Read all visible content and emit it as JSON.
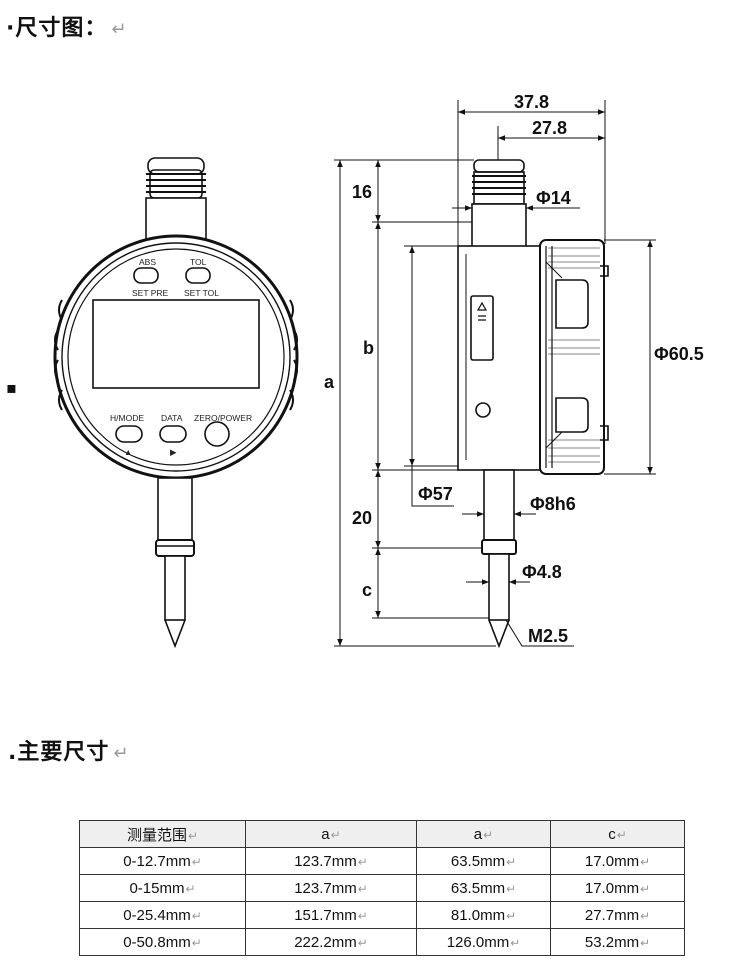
{
  "headings": {
    "dimension_drawing": "·尺寸图：",
    "main_dimensions": "主要尺寸"
  },
  "return_mark": "↵",
  "front_view": {
    "buttons_top": [
      {
        "label": "ABS",
        "sublabel": "SET PRE"
      },
      {
        "label": "TOL",
        "sublabel": "SET TOL"
      }
    ],
    "buttons_bottom": [
      {
        "label": "H/MODE",
        "arrow": "▲"
      },
      {
        "label": "DATA",
        "arrow": "▶"
      },
      {
        "label": "ZERO/POWER"
      }
    ]
  },
  "dimensions": {
    "d37_8": "37.8",
    "d27_8": "27.8",
    "d16": "16",
    "phi14": "Φ14",
    "b": "b",
    "a": "a",
    "phi60_5": "Φ60.5",
    "phi57": "Φ57",
    "phi8h6": "Φ8h6",
    "d20": "20",
    "phi4_8": "Φ4.8",
    "c": "c",
    "m2_5": "M2.5"
  },
  "table": {
    "headers": [
      "测量范围",
      "a",
      "a",
      "c"
    ],
    "rows": [
      [
        "0-12.7mm",
        "123.7mm",
        "63.5mm",
        "17.0mm"
      ],
      [
        "0-15mm",
        "123.7mm",
        "63.5mm",
        "17.0mm"
      ],
      [
        "0-25.4mm",
        "151.7mm",
        "81.0mm",
        "27.7mm"
      ],
      [
        "0-50.8mm",
        "222.2mm",
        "126.0mm",
        "53.2mm"
      ]
    ]
  }
}
